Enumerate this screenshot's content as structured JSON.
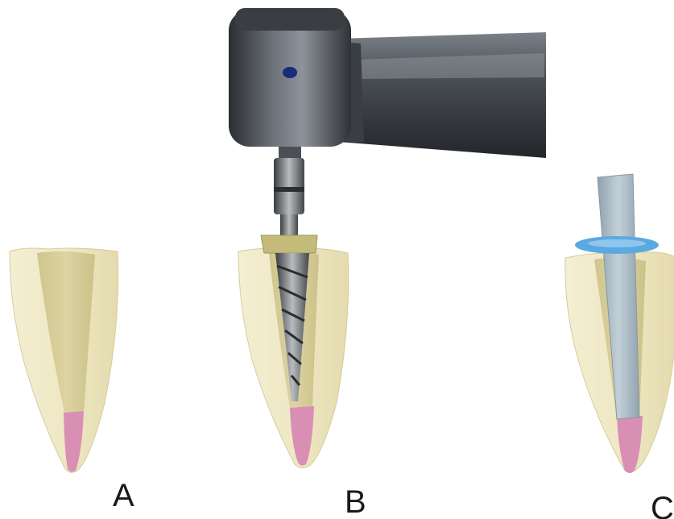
{
  "panels": [
    {
      "label": "A",
      "content": "root-canal-cavity"
    },
    {
      "label": "B",
      "content": "drill-in-canal"
    },
    {
      "label": "C",
      "content": "post-with-stopper"
    }
  ],
  "colors": {
    "background": "#ffffff",
    "tooth_enamel": "#efe8c4",
    "tooth_shadow": "#d9cfa0",
    "canal_fill": "#d8cd98",
    "gutta_percha": "#d98fb3",
    "handpiece_dark": "#2d3034",
    "handpiece_mid": "#5a5f66",
    "handpiece_light": "#9aa0a7",
    "drill_collar": "#c4bb7a",
    "post": "#a9b9c4",
    "stopper_ring": "#5aa9e0",
    "indicator_dot": "#1c2a7a"
  }
}
